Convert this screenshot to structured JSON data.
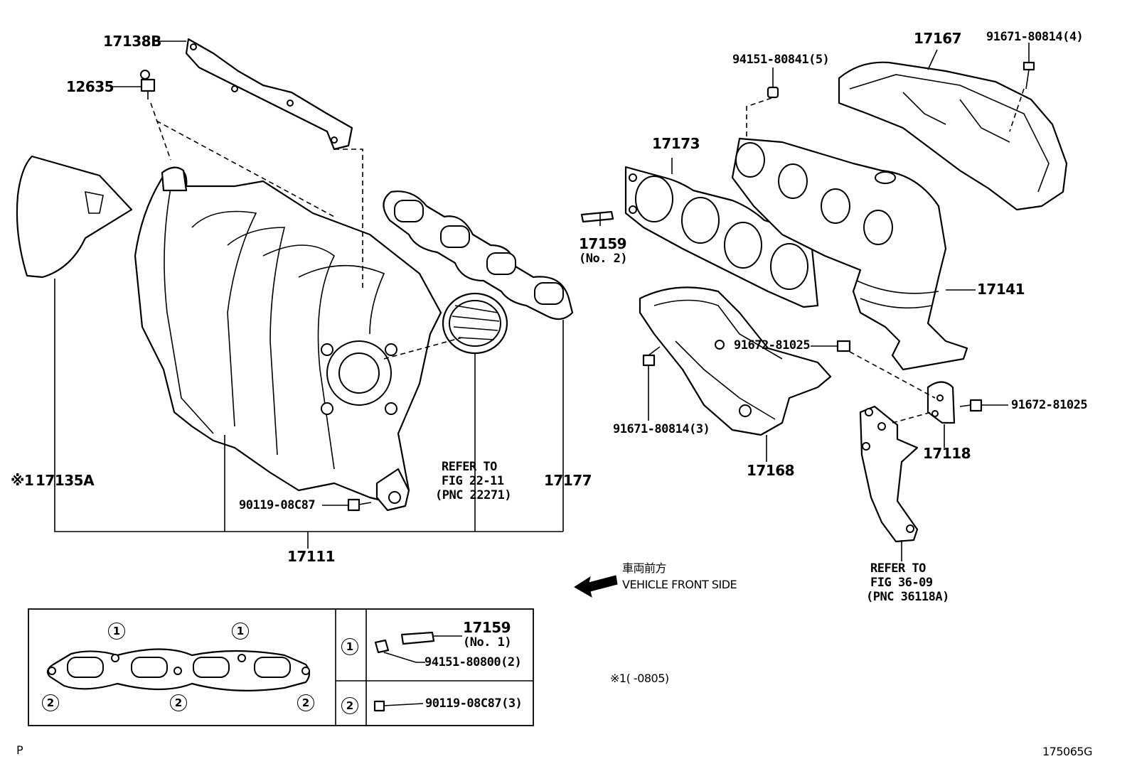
{
  "labels": {
    "p17138B": "17138B",
    "p12635": "12635",
    "p17135A": "17135A",
    "note_mark": "※1",
    "p17111": "17111",
    "p90119_08C87": "90119-08C87",
    "refer_fig_22_line1": "REFER TO",
    "refer_fig_22_line2": "FIG 22-11",
    "refer_fig_22_line3": "(PNC 22271)",
    "p17177": "17177",
    "p17173": "17173",
    "p17159": "17159",
    "p17159_sub": "(No. 2)",
    "p94151_80841": "94151-80841(5)",
    "p17167": "17167",
    "p91671_80814_4": "91671-80814(4)",
    "p17141": "17141",
    "p91672_81025_a": "91672-81025",
    "p91671_80814_3": "91671-80814(3)",
    "p91672_81025_b": "91672-81025",
    "p17118": "17118",
    "p17168": "17168",
    "refer_fig_36_line1": "REFER TO",
    "refer_fig_36_line2": "FIG 36-09",
    "refer_fig_36_line3": "(PNC 36118A)",
    "front_jp": "車両前方",
    "front_en": "VEHICLE FRONT SIDE",
    "footnote": "※1(        -0805)",
    "corner_p": "P",
    "fig_code": "175065G"
  },
  "inset": {
    "marker1": "1",
    "marker2": "2",
    "row1_part": "17159",
    "row1_sub": "(No. 1)",
    "row1_nut": "94151-80800(2)",
    "row2_bolt": "90119-08C87(3)"
  }
}
